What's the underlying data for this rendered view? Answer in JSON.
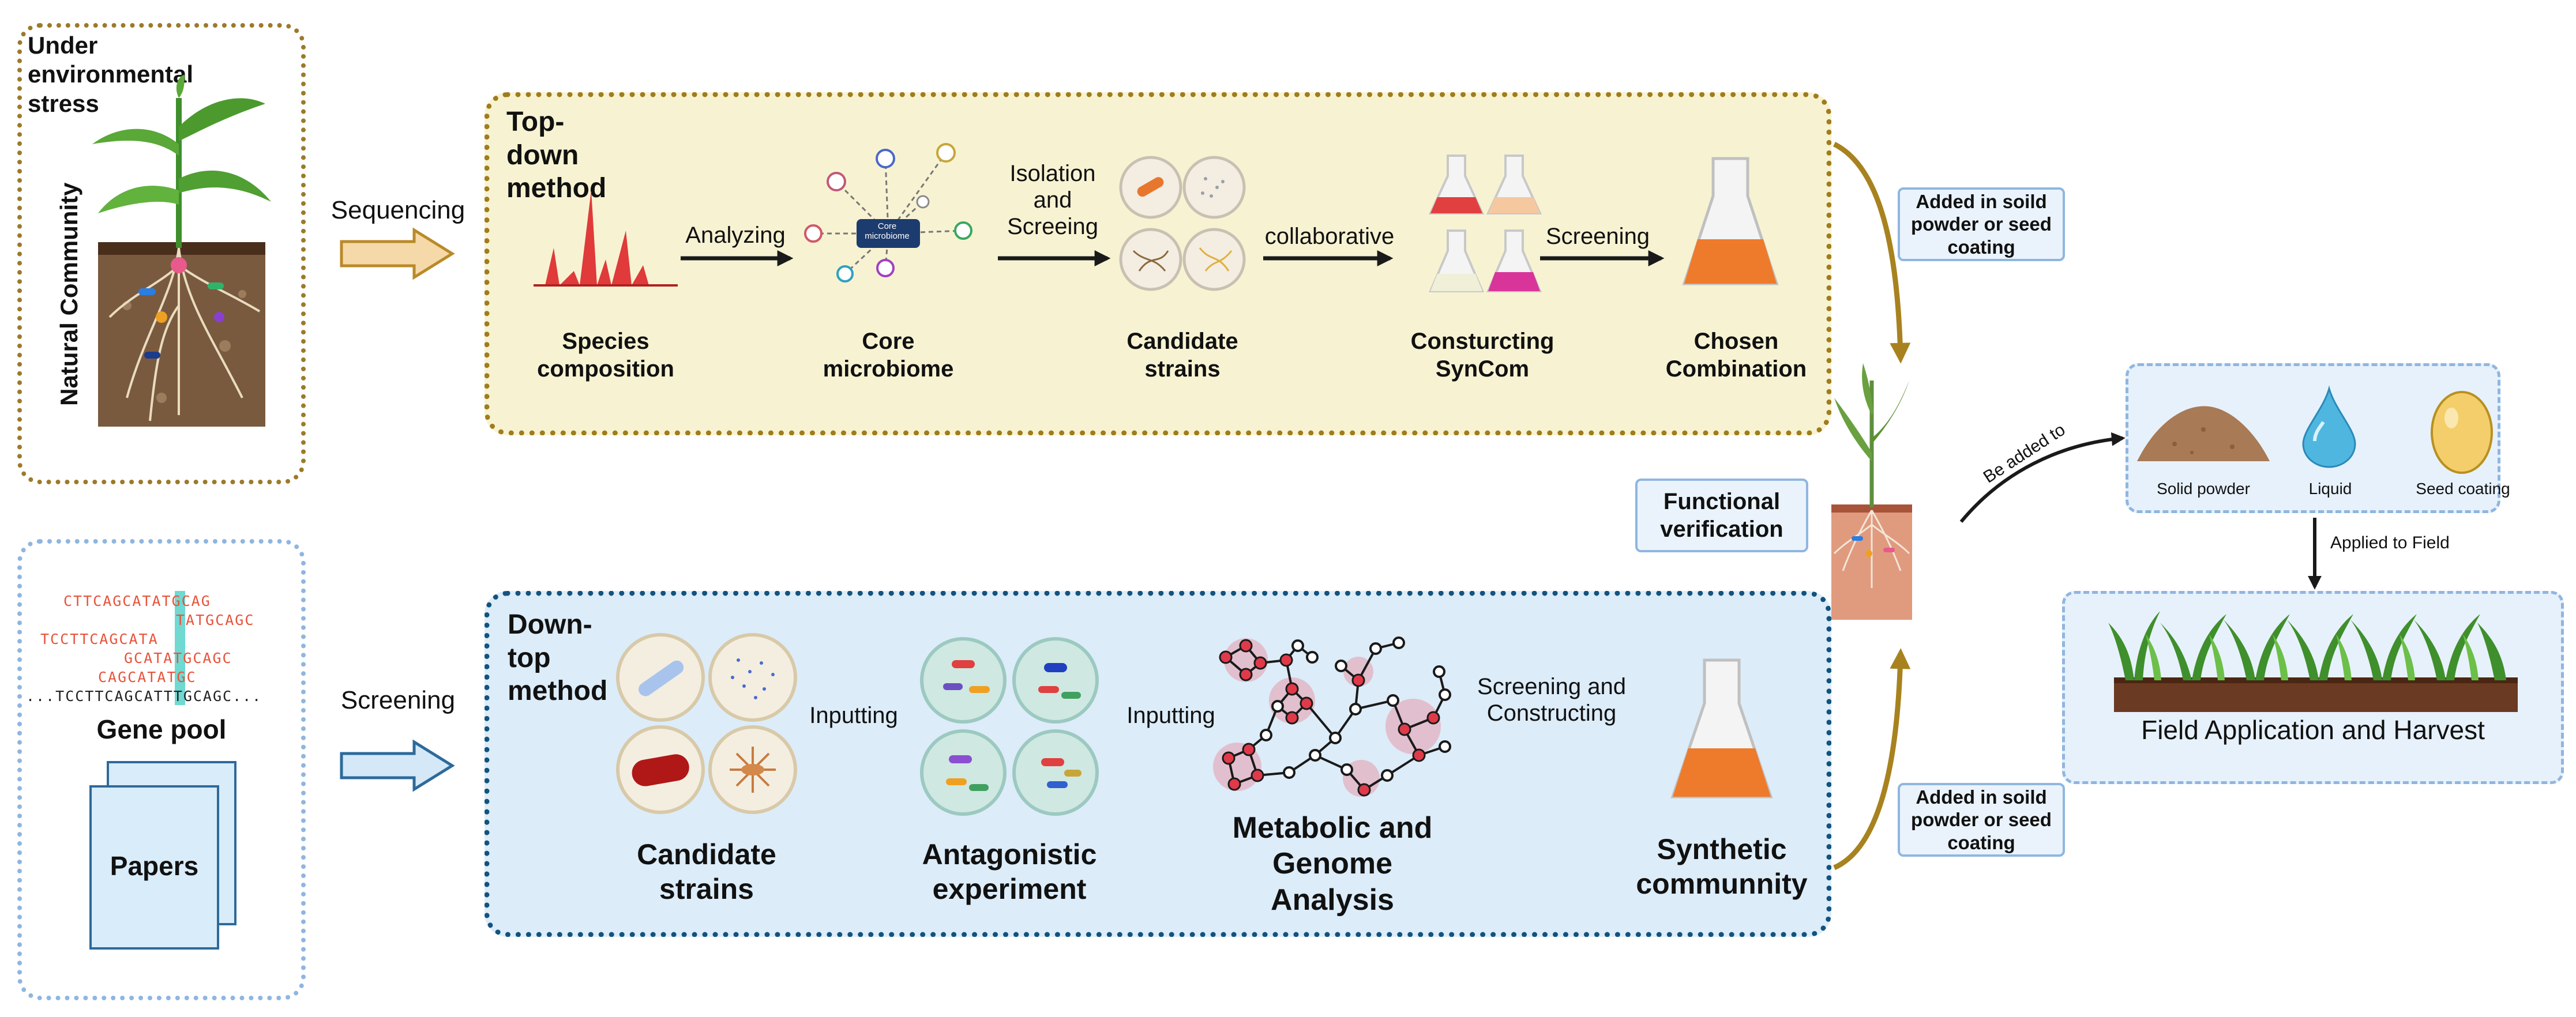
{
  "natural": {
    "stress_label": "Under environmental stress",
    "community_label": "Natural Community",
    "arrow_label": "Sequencing"
  },
  "topdown": {
    "method_label": "Top-down method",
    "steps": [
      {
        "label": "Species composition"
      },
      {
        "label": "Core microbiome"
      },
      {
        "label": "Candidate strains"
      },
      {
        "label": "Consturcting SynCom"
      },
      {
        "label": "Chosen Combination"
      }
    ],
    "arrows": [
      "Analyzing",
      "Isolation and Screeing",
      "collaborative",
      "Screening"
    ],
    "core_tag": "Core microbiome"
  },
  "genepool": {
    "seq_lines": [
      "CTTCAGCATATGCAG",
      "TATGCAGC",
      "TCCTTCAGCATA",
      "GCATATGCAGC",
      "CAGCATATGC",
      "...TCCTTCAGCATTTGCAGC..."
    ],
    "gene_pool_label": "Gene pool",
    "papers_label": "Papers",
    "arrow_label": "Screening"
  },
  "downtop": {
    "method_label": "Down-top method",
    "steps": [
      {
        "label": "Candidate strains"
      },
      {
        "label": "Antagonistic experiment"
      },
      {
        "label": "Metabolic and Genome Analysis"
      },
      {
        "label": "Synthetic communnity"
      }
    ],
    "arrows": [
      "Inputting",
      "Inputting",
      "Screening and Constructing"
    ]
  },
  "right": {
    "added_top": "Added in soild powder or seed coating",
    "added_bottom": "Added in soild powder or seed coating",
    "functional": "Functional verification",
    "be_added": "Be added to",
    "forms": [
      "Solid powder",
      "Liquid",
      "Seed coating"
    ],
    "applied": "Applied to Field",
    "field_label": "Field Application and Harvest"
  },
  "colors": {
    "top_fill": "#f7f3d2",
    "top_border": "#a07c1c",
    "down_fill": "#dcecf9",
    "down_border": "#12537f",
    "gold_arrow": "#a8821f",
    "sequence_red": "#e8533b",
    "liquid_orange": "#ee7a2b"
  }
}
